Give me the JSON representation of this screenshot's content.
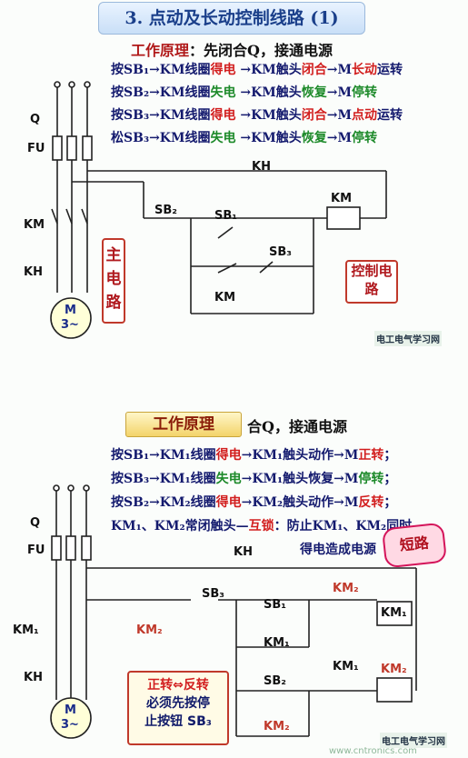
{
  "top": {
    "title": "3. 点动及长动控制线路 (1)",
    "principle_head": "工作原理",
    "principle_text": "：先闭合Q，接通电源",
    "steps": [
      {
        "parts": [
          [
            "按SB₁→KM线圈",
            "n"
          ],
          [
            "得电",
            "r"
          ],
          [
            " →KM触头",
            "n"
          ],
          [
            "闭合",
            "r"
          ],
          [
            "→M",
            "n"
          ],
          [
            "长动",
            "r"
          ],
          [
            "运转",
            "n"
          ]
        ]
      },
      {
        "parts": [
          [
            "按SB₂→KM线圈",
            "n"
          ],
          [
            "失电",
            "g"
          ],
          [
            " →KM触头",
            "n"
          ],
          [
            "恢复",
            "g"
          ],
          [
            "→M",
            "n"
          ],
          [
            "停转",
            "g"
          ]
        ]
      },
      {
        "parts": [
          [
            "按SB₃→KM线圈",
            "n"
          ],
          [
            "得电",
            "r"
          ],
          [
            " →KM触头",
            "n"
          ],
          [
            "闭合",
            "r"
          ],
          [
            "→M",
            "n"
          ],
          [
            "点动",
            "r"
          ],
          [
            "运转",
            "n"
          ]
        ]
      },
      {
        "parts": [
          [
            "松SB₃→KM线圈",
            "n"
          ],
          [
            "失电",
            "g"
          ],
          [
            " →KM触头",
            "n"
          ],
          [
            "恢复",
            "g"
          ],
          [
            "→M",
            "n"
          ],
          [
            "停转",
            "g"
          ]
        ]
      }
    ],
    "labels": {
      "q": "Q",
      "fu": "FU",
      "km": "KM",
      "kh": "KH",
      "kh_contact": "KH",
      "sb2": "SB₂",
      "sb1": "SB₁",
      "sb3": "SB₃",
      "km_hold": "KM",
      "km_coil": "KM",
      "motor_m": "M",
      "motor_sub": "3~"
    },
    "main_circuit": "主电路",
    "control_circuit": "控制电路",
    "logo": "电工电气学习网"
  },
  "bottom": {
    "title": "工作原理",
    "principle_text": "合Q，接通电源",
    "steps": [
      {
        "parts": [
          [
            "按SB₁→KM₁线圈",
            "n"
          ],
          [
            "得电",
            "r"
          ],
          [
            "→KM₁触头动作→M",
            "n"
          ],
          [
            "正转",
            "r"
          ],
          [
            "；",
            "n"
          ]
        ]
      },
      {
        "parts": [
          [
            "按SB₃→KM₁线圈",
            "n"
          ],
          [
            "失电",
            "g"
          ],
          [
            "→KM₁触头恢复→M",
            "n"
          ],
          [
            "停转",
            "g"
          ],
          [
            "；",
            "n"
          ]
        ]
      },
      {
        "parts": [
          [
            "按SB₂→KM₂线圈",
            "n"
          ],
          [
            "得电",
            "r"
          ],
          [
            "→KM₂触头动作→M",
            "n"
          ],
          [
            "反转",
            "r"
          ],
          [
            "；",
            "n"
          ]
        ]
      },
      {
        "parts": [
          [
            "KM₁、KM₂常闭触头—",
            "n"
          ],
          [
            "互锁",
            "r"
          ],
          [
            "：防止KM₁、KM₂同时",
            "n"
          ]
        ]
      },
      {
        "parts": [
          [
            "得电造成电源",
            "n"
          ]
        ]
      }
    ],
    "short_circuit": "短路",
    "labels": {
      "q": "Q",
      "fu": "FU",
      "km1": "KM₁",
      "km2": "KM₂",
      "kh": "KH",
      "kh_contact": "KH",
      "sb3": "SB₃",
      "sb1": "SB₁",
      "km1_hold": "KM₁",
      "sb2": "SB₂",
      "km2_hold": "KM₂",
      "km2_interlock": "KM₂",
      "km1_interlock": "KM₁",
      "coil1": "KM₁",
      "coil2": "KM₂",
      "motor_m": "M",
      "motor_sub": "3~"
    },
    "warning": [
      "正转⇔反转",
      "必须先按停",
      "止按钮 SB₃"
    ],
    "watermark": "www.cntronics.com",
    "logo": "电工电气学习网"
  }
}
